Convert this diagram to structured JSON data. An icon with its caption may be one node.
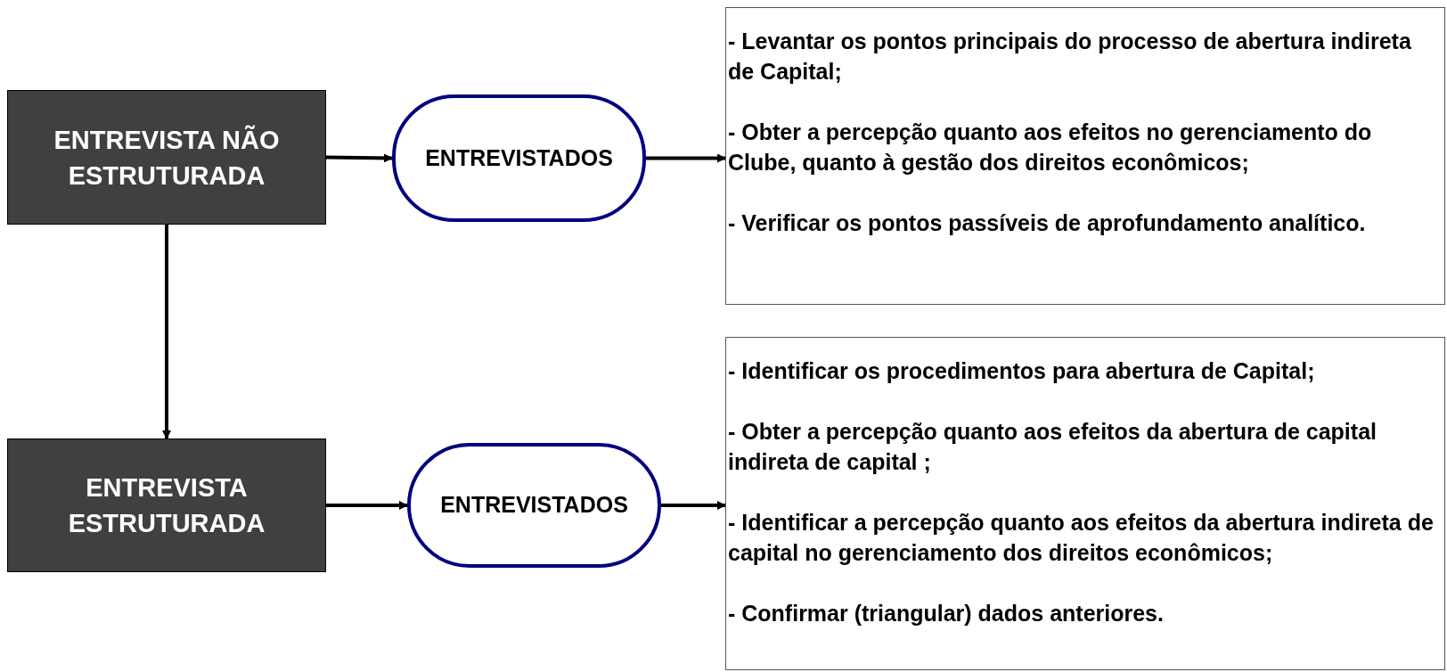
{
  "diagram": {
    "nodes": [
      {
        "text": [
          "ENTREVISTA NÃO ESTRUTURADA"
        ]
      },
      {
        "text": [
          "ENTREVISTADOS"
        ]
      },
      {
        "text": [
          "- Levantar os pontos principais do processo de abertura indireta de Capital;",
          "- Obter a percepção quanto aos efeitos no gerenciamento do Clube, quanto à gestão dos direitos econômicos;",
          "- Verificar os pontos passíveis de aprofundamento analítico."
        ]
      },
      {
        "text": [
          "ENTREVISTA ESTRUTURADA"
        ]
      },
      {
        "text": [
          "ENTREVISTADOS"
        ]
      },
      {
        "text": [
          "- Identificar os procedimentos para abertura de Capital;",
          "- Obter a percepção quanto aos efeitos da abertura de capital indireta de capital ;",
          "- Identificar a percepção quanto aos efeitos da abertura indireta de capital no gerenciamento dos direitos econômicos;",
          "- Confirmar (triangular) dados anteriores."
        ]
      }
    ],
    "edges": [
      {
        "from": 0,
        "to": 1,
        "arrow": "to"
      },
      {
        "from": 1,
        "to": 2,
        "arrow": "to"
      },
      {
        "from": 0,
        "to": 3,
        "arrow": "to"
      },
      {
        "from": 3,
        "to": 4,
        "arrow": "to"
      },
      {
        "from": 4,
        "to": 5,
        "arrow": "to"
      }
    ]
  }
}
